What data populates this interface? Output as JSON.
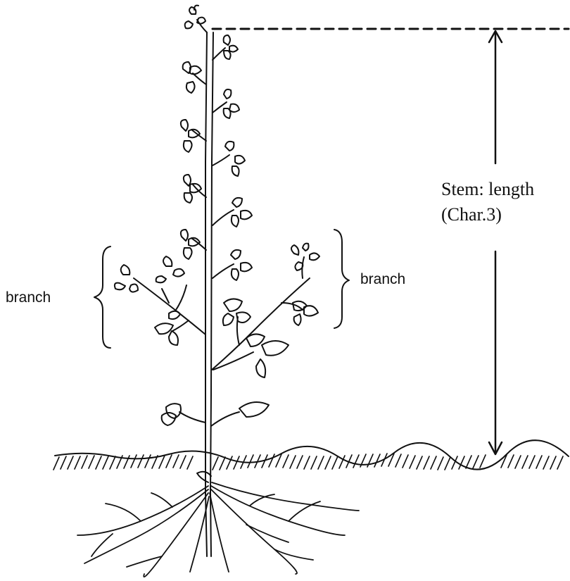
{
  "labels": {
    "branch_left": "branch",
    "branch_right": "branch",
    "stem_length_line1": "Stem: length",
    "stem_length_line2": "(Char.3)"
  },
  "colors": {
    "ink": "#111111",
    "background": "#ffffff"
  }
}
